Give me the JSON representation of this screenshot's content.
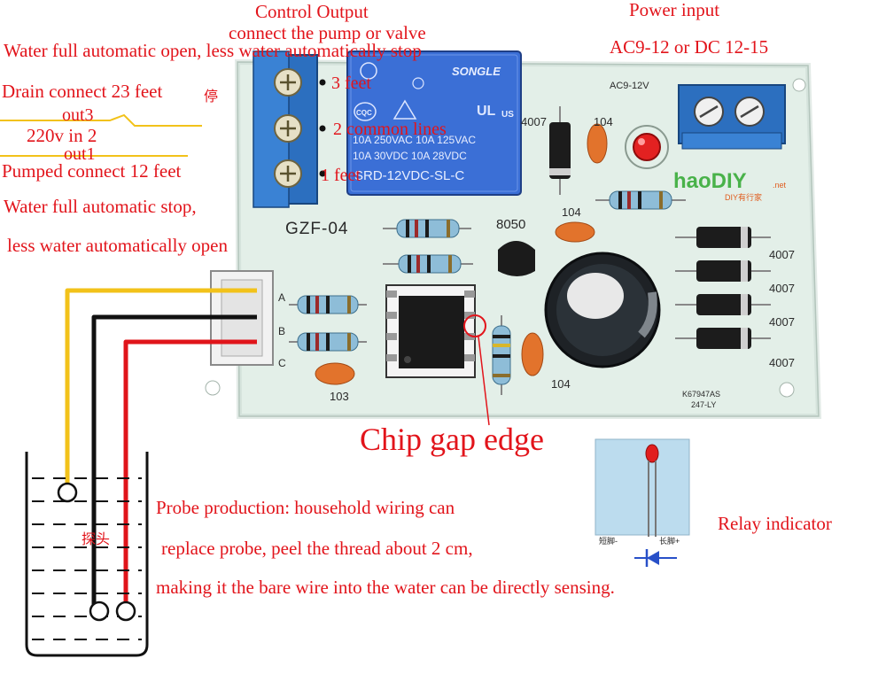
{
  "labels": {
    "control_output": "Control Output",
    "connect_pump": "connect the pump or valve",
    "power_input": "Power input",
    "power_spec": "AC9-12  or DC 12-15",
    "water_full_open": "Water full automatic open, less water automatically stop",
    "drain_connect": "Drain connect 23 feet",
    "out3": "out3",
    "v220": "220v in 2",
    "out1": "out1",
    "pumped_connect": "Pumped connect 12 feet",
    "water_full_stop": "Water full automatic stop,",
    "less_water_open": "less water automatically open",
    "feet3": "3 feet",
    "common_lines": "2 common lines",
    "feet1": "1 feet",
    "chip_gap": "Chip gap edge",
    "relay_indicator": "Relay indicator",
    "probe_line1": "Probe production: household wiring can",
    "probe_line2": "replace probe, peel the thread about 2 cm,",
    "probe_line3": "making it the bare wire into the water can be directly sensing.",
    "probe_cn": "探头",
    "ting_cn": "停"
  },
  "board": {
    "model": "GZF-04",
    "relay_brand": "SONGLE",
    "relay_line1": "10A 250VAC  10A 125VAC",
    "relay_line2": "10A 30VDC   10A 28VDC",
    "relay_model": "SRD-12VDC-SL-C",
    "power_silk": "AC9-12V",
    "transistor": "8050",
    "cap_104_a": "104",
    "cap_104_b": "104",
    "cap_104_c": "104",
    "cap_103": "103",
    "diode_4007_top": "4007",
    "diode_4007_1": "4007",
    "diode_4007_2": "4007",
    "diode_4007_3": "4007",
    "diode_4007_4": "4007",
    "brand": "haoDIY",
    "brand_net": ".net",
    "brand_sub": "DIY有行家",
    "code_line1": "K67947AS",
    "code_line2": "247-LY",
    "probe_a": "A",
    "probe_b": "B",
    "probe_c": "C",
    "led_short": "短脚-",
    "led_long": "长脚+",
    "cqc": "CQC",
    "ul": "US"
  },
  "colors": {
    "annotation": "#e2141b",
    "pcb": "#dfeee6",
    "terminal_blue": "#2a6fc4",
    "relay_blue": "#3c6fd6",
    "wire_yellow": "#f2c21a",
    "wire_black": "#111111",
    "wire_red": "#e0141a"
  }
}
